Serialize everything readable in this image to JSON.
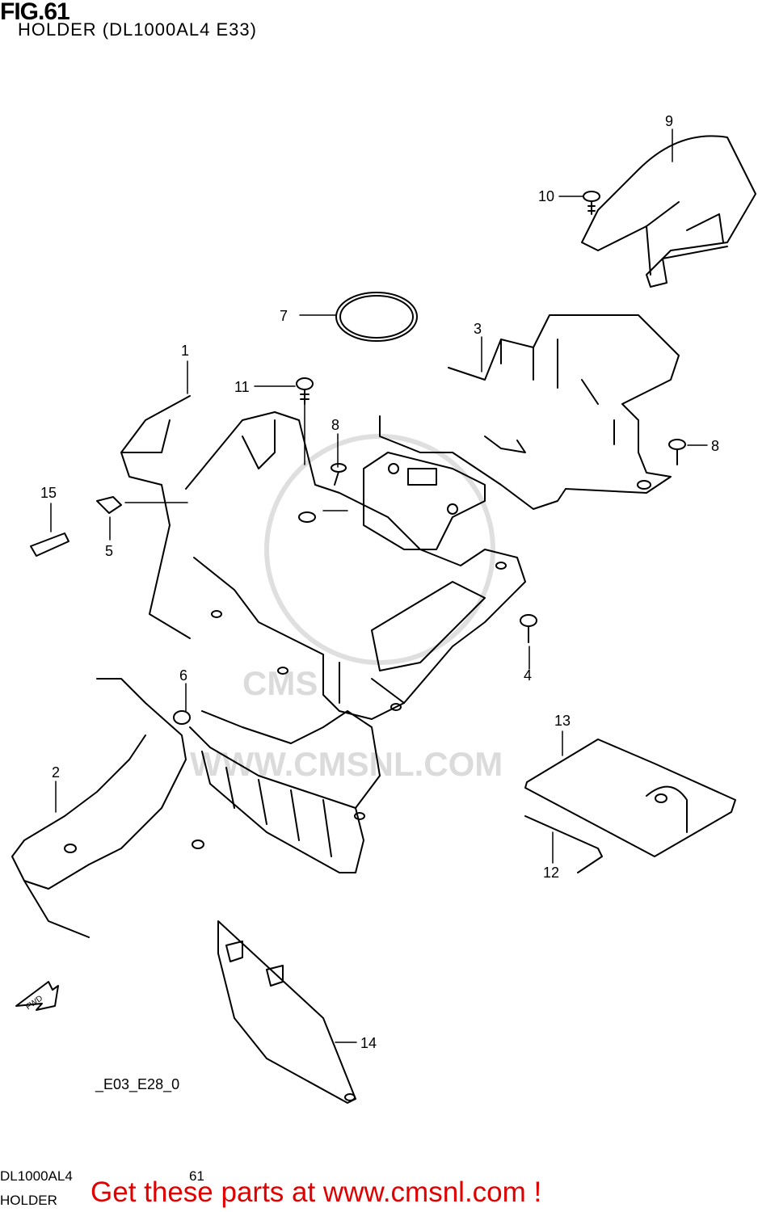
{
  "header": {
    "fig": "FIG.61",
    "subtitle": "HOLDER (DL1000AL4 E33)"
  },
  "callouts": [
    {
      "id": "c1",
      "label": "1"
    },
    {
      "id": "c2",
      "label": "2"
    },
    {
      "id": "c3",
      "label": "3"
    },
    {
      "id": "c4",
      "label": "4"
    },
    {
      "id": "c5",
      "label": "5"
    },
    {
      "id": "c6",
      "label": "6"
    },
    {
      "id": "c7",
      "label": "7"
    },
    {
      "id": "c8a",
      "label": "8"
    },
    {
      "id": "c8b",
      "label": "8"
    },
    {
      "id": "c9",
      "label": "9"
    },
    {
      "id": "c10",
      "label": "10"
    },
    {
      "id": "c11",
      "label": "11"
    },
    {
      "id": "c12",
      "label": "12"
    },
    {
      "id": "c13",
      "label": "13"
    },
    {
      "id": "c14",
      "label": "14"
    },
    {
      "id": "c15",
      "label": "15"
    }
  ],
  "watermark": "WWW.CMSNL.COM",
  "fwd_label": "FWD",
  "drawing_code": "_E03_E28_0",
  "footer": {
    "model": "DL1000AL4",
    "page": "61",
    "section": "HOLDER",
    "cta": "Get these parts at www.cmsnl.com !"
  },
  "colors": {
    "line": "#000000",
    "watermark": "#d8d8d8",
    "cta": "#e00000"
  }
}
